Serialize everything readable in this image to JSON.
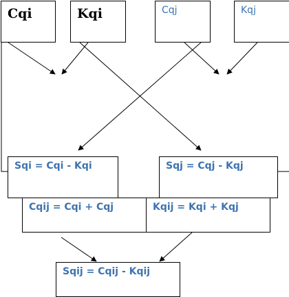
{
  "diagram": {
    "top_row": {
      "cqi": "Cqi",
      "kqi": "Kqi",
      "cqj": "Cqj",
      "kqj": "Kqj"
    },
    "middle_row": {
      "sqi": "Sqi = Cqi - Kqi",
      "sqj": "Sqj =  Cqj - Kqj"
    },
    "sum_row": {
      "cqij": "Cqij = Cqi + Cqj",
      "kqij": "Kqij = Kqi + Kqj"
    },
    "bottom": {
      "sqij": "Sqij = Cqij - Kqij"
    },
    "colors": {
      "text_blue": "#3d74b0",
      "line": "#000000"
    }
  }
}
